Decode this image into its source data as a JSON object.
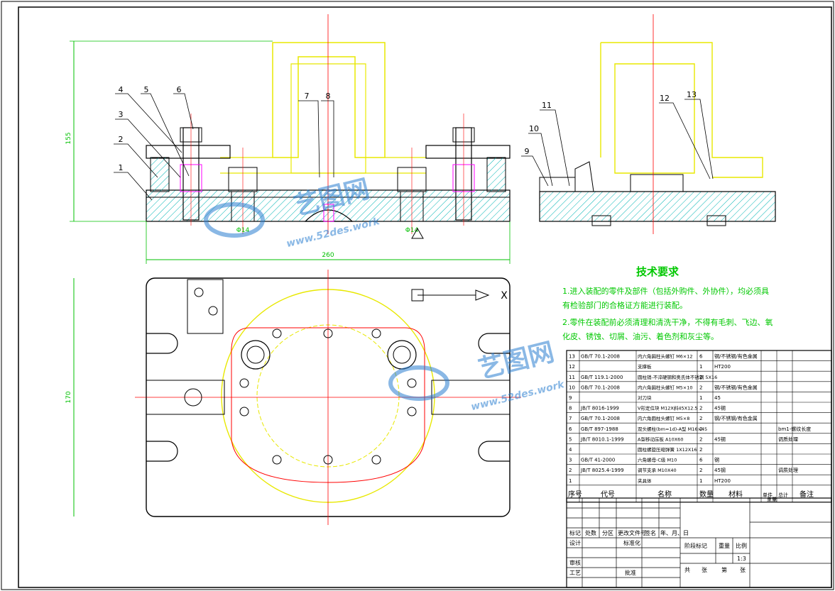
{
  "colors": {
    "background": "#ffffff",
    "frame": "#000000",
    "part_outline": "#000000",
    "hatch": "#00b4b4",
    "centerline": "#ff0000",
    "dimension": "#00c000",
    "workpiece": "#e8e800",
    "hidden_line": "#ff00ff",
    "notes": "#00c800",
    "watermark": "#2a7fd0"
  },
  "dimensions": {
    "height_front": "155",
    "width_front": "260",
    "height_top": "170",
    "bore_left": "Φ14",
    "bore_right": "Φ14"
  },
  "balloons": [
    "1",
    "2",
    "3",
    "4",
    "5",
    "6",
    "7",
    "8",
    "9",
    "10",
    "11",
    "12",
    "13"
  ],
  "tech_requirements": {
    "title": "技术要求",
    "line1": "1.进入装配的零件及部件（包括外购件、外协件），均必须具",
    "line2": "有检验部门的合格证方能进行装配。",
    "line3": "2.零件在装配前必须清理和清洗干净，不得有毛刺、飞边、氧",
    "line4": "化皮、锈蚀、切屑、油污、着色剂和灰尘等。"
  },
  "bom": {
    "rows": [
      {
        "no": "13",
        "code": "GB/T 70.1-2008",
        "name": "内六角圆柱头螺钉 M6×12",
        "qty": "6",
        "material": "钢/不锈钢/有色金属",
        "note": ""
      },
      {
        "no": "12",
        "code": "",
        "name": "支撑板",
        "qty": "1",
        "material": "HT200",
        "note": ""
      },
      {
        "no": "11",
        "code": "GB/T 119.1-2000",
        "name": "圆柱销-不淬硬钢和奥氏体不锈钢 5X16",
        "qty": "2",
        "material": "",
        "note": ""
      },
      {
        "no": "10",
        "code": "GB/T 70.1-2008",
        "name": "内六角圆柱头螺钉 M5×10",
        "qty": "2",
        "material": "钢/不锈钢/有色金属",
        "note": ""
      },
      {
        "no": "9",
        "code": "",
        "name": "对刀块",
        "qty": "1",
        "material": "45",
        "note": ""
      },
      {
        "no": "8",
        "code": "JB/T 8016-1999",
        "name": "V形定位块 M12X斜45X12.5",
        "qty": "2",
        "material": "45钢",
        "note": ""
      },
      {
        "no": "7",
        "code": "GB/T 70.1-2008",
        "name": "内六角圆柱头螺钉 M5×8",
        "qty": "2",
        "material": "钢/不锈钢/有色金属",
        "note": ""
      },
      {
        "no": "6",
        "code": "GB/T 897-1988",
        "name": "双头螺柱(bm=1d)-A型 M16×45",
        "qty": "2",
        "material": "",
        "note": "bm1-螺纹长度"
      },
      {
        "no": "5",
        "code": "JB/T 8010.1-1999",
        "name": "A型移动压板 A10X60",
        "qty": "2",
        "material": "45钢",
        "note": "调质处理"
      },
      {
        "no": "4",
        "code": "",
        "name": "圆柱螺旋压缩弹簧 1X12X16",
        "qty": "2",
        "material": "",
        "note": ""
      },
      {
        "no": "3",
        "code": "GB/T 41-2000",
        "name": "六角螺母-C级 M10",
        "qty": "6",
        "material": "钢",
        "note": ""
      },
      {
        "no": "2",
        "code": "JB/T 8025.4-1999",
        "name": "调节支承 M10X40",
        "qty": "2",
        "material": "45钢",
        "note": "调质处理"
      },
      {
        "no": "1",
        "code": "",
        "name": "夹具体",
        "qty": "1",
        "material": "HT200",
        "note": ""
      }
    ],
    "header": {
      "no": "序号",
      "code": "代号",
      "name": "名称",
      "qty": "数量",
      "material": "材料",
      "unit": "单件",
      "total": "总计",
      "weight": "重量",
      "note": "备注"
    }
  },
  "title_block": {
    "mark": "标记",
    "count": "处数",
    "zone": "分区",
    "change_doc": "更改文件号",
    "sign": "签名",
    "date": "年、月、日",
    "design": "设计",
    "standardize": "标准化",
    "stage": "阶段标记",
    "weight": "重量",
    "scale": "比例",
    "scale_value": "1:3",
    "review": "审核",
    "process": "工艺",
    "approve": "批准",
    "total_sheets": "共",
    "sheet_unit": "张",
    "sheet_no": "第",
    "sheet_unit2": "张"
  },
  "watermark": {
    "brand": "艺图网",
    "url": "www.52des.work"
  },
  "view_marker": "X"
}
